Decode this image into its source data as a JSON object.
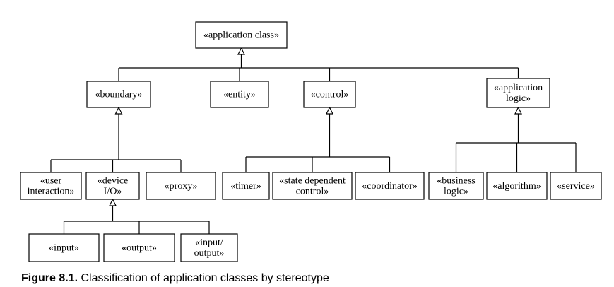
{
  "nodes": {
    "application_class": [
      "«application class»"
    ],
    "boundary": [
      "«boundary»"
    ],
    "entity": [
      "«entity»"
    ],
    "control": [
      "«control»"
    ],
    "application_logic": [
      "«application",
      "logic»"
    ],
    "user_interaction": [
      "«user",
      "interaction»"
    ],
    "device_io": [
      "«device",
      "I/O»"
    ],
    "proxy": [
      "«proxy»"
    ],
    "timer": [
      "«timer»"
    ],
    "state_dependent_control": [
      "«state dependent",
      "control»"
    ],
    "coordinator": [
      "«coordinator»"
    ],
    "business_logic": [
      "«business",
      "logic»"
    ],
    "algorithm": [
      "«algorithm»"
    ],
    "service": [
      "«service»"
    ],
    "input": [
      "«input»"
    ],
    "output": [
      "«output»"
    ],
    "input_output": [
      "«input/",
      "output»"
    ]
  },
  "caption": {
    "label": "Figure 8.1.",
    "text": " Classification of application classes by stereotype"
  }
}
